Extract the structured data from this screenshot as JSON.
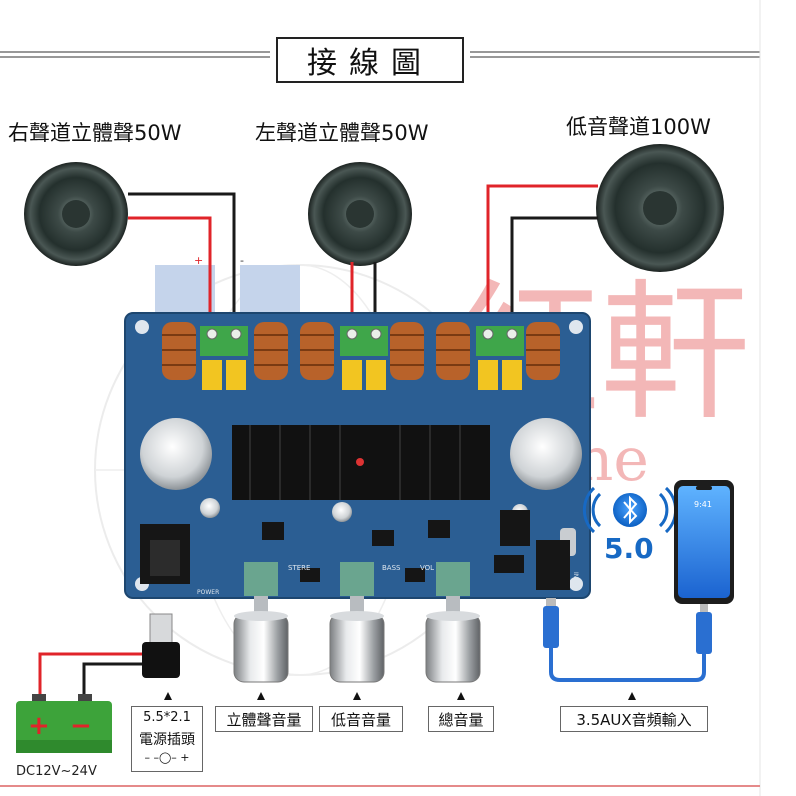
{
  "title": "接線圖",
  "speakers": {
    "right": "右聲道立體聲50W",
    "left": "左聲道立體聲50W",
    "bass": "低音聲道100W"
  },
  "polarity": {
    "plus": "+",
    "minus": "-"
  },
  "controls": {
    "stereo": "立體聲音量",
    "bass": "低音音量",
    "master": "總音量"
  },
  "input": {
    "aux": "3.5AUX音頻輸入"
  },
  "power_jack": {
    "size": "5.5*2.1",
    "name": "電源插頭",
    "polarity_symbol": "– –◯– +"
  },
  "battery": {
    "voltage": "DC12V~24V",
    "plus": "+",
    "minus": "−"
  },
  "bluetooth": {
    "version": "5.0"
  },
  "phone": {
    "time": "9:41"
  },
  "board_silkscreen": {
    "stereo": "STERE",
    "bass": "BASS",
    "vol": "VOL",
    "power": "POWER",
    "input": "INPUT"
  },
  "watermark": {
    "brand_chars": "紅軒",
    "brand_latin": "hone"
  },
  "colors": {
    "wire_red": "#e0242a",
    "wire_black": "#1a1a1a",
    "pcb": "#2b5e93",
    "terminal_green": "#3fa64a",
    "capacitor_yellow": "#f2c521",
    "battery_green": "#3da33a",
    "bluetooth_blue": "#1769c4",
    "cable_blue": "#2a6fd1"
  }
}
